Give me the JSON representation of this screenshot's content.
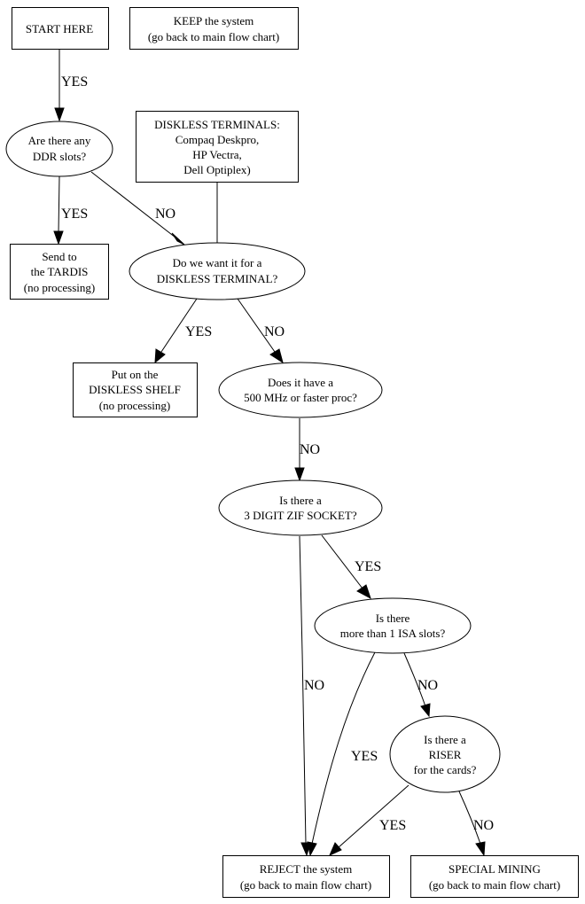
{
  "title": "Hardware triage flow chart",
  "colors": {
    "background": "#ffffff",
    "stroke": "#000000",
    "text": "#000000"
  },
  "nodes": [
    {
      "id": "start",
      "shape": "box",
      "lines": [
        "START HERE"
      ]
    },
    {
      "id": "keep",
      "shape": "box",
      "lines": [
        "KEEP the system",
        "(go back to main flow chart)"
      ]
    },
    {
      "id": "ddr",
      "shape": "ellipse",
      "lines": [
        "Are there any",
        "DDR slots?"
      ]
    },
    {
      "id": "diskless_list",
      "shape": "box",
      "lines": [
        "DISKLESS TERMINALS:",
        "Compaq Deskpro,",
        "HP Vectra,",
        "Dell Optiplex)"
      ]
    },
    {
      "id": "tardis",
      "shape": "box",
      "lines": [
        "Send to",
        "the TARDIS",
        "(no processing)"
      ]
    },
    {
      "id": "diskless_q",
      "shape": "ellipse",
      "lines": [
        "Do we want it for a",
        "DISKLESS TERMINAL?"
      ]
    },
    {
      "id": "shelf",
      "shape": "box",
      "lines": [
        "Put on the",
        "DISKLESS SHELF",
        "(no processing)"
      ]
    },
    {
      "id": "mhz",
      "shape": "ellipse",
      "lines": [
        "Does it have a",
        "500 MHz or faster proc?"
      ]
    },
    {
      "id": "zif",
      "shape": "ellipse",
      "lines": [
        "Is there a",
        "3 DIGIT ZIF SOCKET?"
      ]
    },
    {
      "id": "isa",
      "shape": "ellipse",
      "lines": [
        "Is there",
        "more than 1 ISA slots?"
      ]
    },
    {
      "id": "riser",
      "shape": "ellipse",
      "lines": [
        "Is there a",
        "RISER",
        "for the cards?"
      ]
    },
    {
      "id": "reject",
      "shape": "box",
      "lines": [
        "REJECT the system",
        "(go back to main flow chart)"
      ]
    },
    {
      "id": "special",
      "shape": "box",
      "lines": [
        "SPECIAL MINING",
        "(go back to main flow chart)"
      ]
    }
  ],
  "edges": [
    {
      "id": "start-ddr",
      "from": "start",
      "to": "ddr",
      "label": "YES",
      "arrow": true
    },
    {
      "id": "ddr-tardis",
      "from": "ddr",
      "to": "tardis",
      "label": "YES",
      "arrow": true
    },
    {
      "id": "ddr-diskless",
      "from": "ddr",
      "to": "diskless_q",
      "label": "NO",
      "arrow": true
    },
    {
      "id": "list-diskless",
      "from": "diskless_list",
      "to": "diskless_q",
      "label": "",
      "arrow": false
    },
    {
      "id": "diskless-shelf",
      "from": "diskless_q",
      "to": "shelf",
      "label": "YES",
      "arrow": true
    },
    {
      "id": "diskless-mhz",
      "from": "diskless_q",
      "to": "mhz",
      "label": "NO",
      "arrow": true
    },
    {
      "id": "mhz-zif",
      "from": "mhz",
      "to": "zif",
      "label": "NO",
      "arrow": true
    },
    {
      "id": "zif-isa",
      "from": "zif",
      "to": "isa",
      "label": "YES",
      "arrow": true
    },
    {
      "id": "zif-reject",
      "from": "zif",
      "to": "reject",
      "label": "NO",
      "arrow": true
    },
    {
      "id": "isa-reject",
      "from": "isa",
      "to": "reject",
      "label": "YES",
      "arrow": true
    },
    {
      "id": "isa-riser",
      "from": "isa",
      "to": "riser",
      "label": "NO",
      "arrow": true
    },
    {
      "id": "riser-reject",
      "from": "riser",
      "to": "reject",
      "label": "YES",
      "arrow": true
    },
    {
      "id": "riser-special",
      "from": "riser",
      "to": "special",
      "label": "NO",
      "arrow": true
    }
  ]
}
